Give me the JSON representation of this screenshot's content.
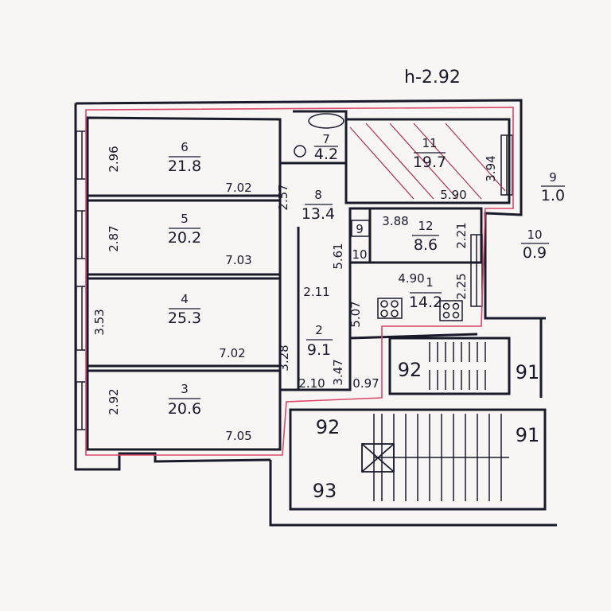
{
  "header": {
    "height_label": "h-2.92"
  },
  "rooms": [
    {
      "id": "room-6",
      "number": "6",
      "area": "21.8"
    },
    {
      "id": "room-5",
      "number": "5",
      "area": "20.2"
    },
    {
      "id": "room-4",
      "number": "4",
      "area": "25.3"
    },
    {
      "id": "room-3",
      "number": "3",
      "area": "20.6"
    },
    {
      "id": "room-7",
      "number": "7",
      "area": "4.2"
    },
    {
      "id": "room-8",
      "number": "8",
      "area": "13.4"
    },
    {
      "id": "room-11",
      "number": "11",
      "area": "19.7"
    },
    {
      "id": "room-12",
      "number": "12",
      "area": "8.6"
    },
    {
      "id": "room-1",
      "number": "1",
      "area": "14.2"
    },
    {
      "id": "room-2",
      "number": "2",
      "area": "9.1"
    },
    {
      "id": "room-9",
      "number": "9",
      "area": "1.0"
    },
    {
      "id": "room-10",
      "number": "10",
      "area": "0.9"
    }
  ],
  "dimensions": {
    "d_296": "2.96",
    "d_702a": "7.02",
    "d_287": "2.87",
    "d_703": "7.03",
    "d_353": "3.53",
    "d_702b": "7.02",
    "d_292": "2.92",
    "d_705": "7.05",
    "d_257": "2.57",
    "d_561": "5.61",
    "d_211": "2.11",
    "d_507": "5.07",
    "d_328": "3.28",
    "d_347": "3.47",
    "d_210": "2.10",
    "d_097": "0.97",
    "d_394": "3.94",
    "d_590": "5.90",
    "d_388": "3.88",
    "d_221": "2.21",
    "d_490": "4.90",
    "d_225": "2.25",
    "d_10": "10",
    "d_9": "9"
  },
  "stair_labels": {
    "s92a": "92",
    "s91a": "91",
    "s92b": "92",
    "s91b": "91",
    "s93": "93"
  },
  "colors": {
    "ink": "#1a1a2a",
    "red_line": "#d9476a",
    "paper": "#f7f6f4",
    "hatch": "#b03a5a"
  }
}
